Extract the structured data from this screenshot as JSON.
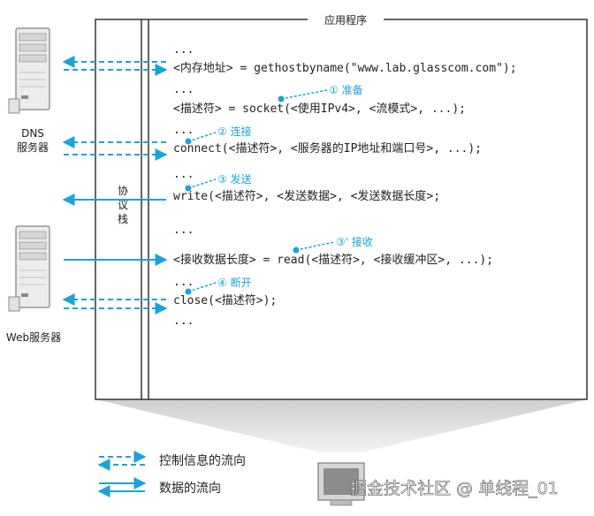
{
  "app_title": "应用程序",
  "protocol_stack": [
    "协",
    "议",
    "栈"
  ],
  "servers": {
    "dns": [
      "DNS",
      "服务器"
    ],
    "web": "Web服务器"
  },
  "code_lines": [
    "...",
    "<内存地址> = gethostbyname(\"www.lab.glasscom.com\");",
    "...",
    "<描述符> = socket(<使用IPv4>, <流模式>, ...);",
    "...",
    "connect(<描述符>, <服务器的IP地址和端口号>, ...);",
    "...",
    "write(<描述符>, <发送数据>, <发送数据长度>;",
    "...",
    "<接收数据长度> = read(<描述符>, <接收缓冲区>, ...);",
    "...",
    "close(<描述符>);",
    "..."
  ],
  "annotations": [
    "① 准备",
    "② 连接",
    "③ 发送",
    "③' 接收",
    "④ 断开"
  ],
  "legend": {
    "control": "控制信息的流向",
    "data": "数据的流向"
  },
  "watermark": "掘金技术社区 @ 单线程_01",
  "colors": {
    "accent": "#1aa3d9",
    "frame": "#333333",
    "cone": "#d9d9d9"
  }
}
